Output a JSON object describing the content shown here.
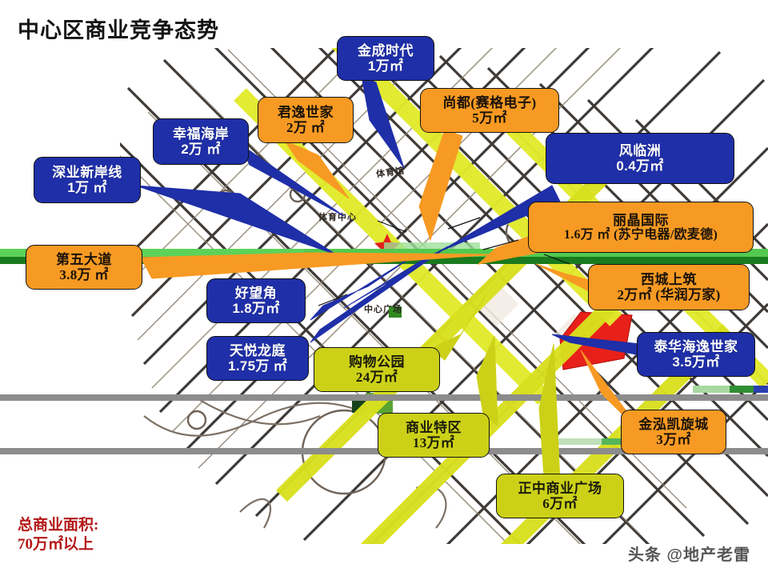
{
  "page": {
    "title": "中心区商业竞争态势",
    "watermark": "头条 @地产老雷"
  },
  "summary": {
    "label": "总商业面积:",
    "value": "70万㎡以上"
  },
  "map": {
    "labels": [
      {
        "name": "体育馆",
        "text": "体育馆"
      },
      {
        "name": "体育中心",
        "text": "体育中心"
      },
      {
        "name": "中心广场",
        "text": "中心广场"
      }
    ],
    "star_marker": "red-star"
  },
  "colors": {
    "blue": "#1f2fa8",
    "orange": "#f79a23",
    "lime": "#ccd118",
    "red_accent": "#e8201a",
    "green_band": "#1a7a1e",
    "green_band_light": "#4ec94e",
    "gray_band": "#8c8c8c",
    "highway_yellow": "#e2ea2b",
    "title_color": "#141414",
    "summary_color": "#b41717"
  },
  "callouts": [
    {
      "key": "shenye",
      "name": "深业新岸线",
      "area": "1万 ㎡",
      "style": "blue"
    },
    {
      "key": "xingfu",
      "name": "幸福海岸",
      "area": "2万 ㎡",
      "style": "blue"
    },
    {
      "key": "junyi",
      "name": "君逸世家",
      "area": "2万 ㎡",
      "style": "orange"
    },
    {
      "key": "jincheng",
      "name": "金成时代",
      "area": "1万㎡",
      "style": "blue"
    },
    {
      "key": "shangdu",
      "name": "尚都(赛格电子)",
      "area": "5万㎡",
      "style": "orange"
    },
    {
      "key": "fenglin",
      "name": "风临洲",
      "area": "0.4万㎡",
      "style": "blue"
    },
    {
      "key": "lijing",
      "name": "丽晶国际",
      "area": "1.6万 ㎡ (苏宁电器/欧麦德)",
      "style": "orange"
    },
    {
      "key": "xicheng",
      "name": "西城上筑",
      "area": "2万㎡ (华润万家)",
      "style": "orange"
    },
    {
      "key": "diwu",
      "name": "第五大道",
      "area": "3.8万 ㎡",
      "style": "orange"
    },
    {
      "key": "haowang",
      "name": "好望角",
      "area": "1.8万㎡",
      "style": "blue"
    },
    {
      "key": "tianyue",
      "name": "天悦龙庭",
      "area": "1.75万 ㎡",
      "style": "blue"
    },
    {
      "key": "gouwu",
      "name": "购物公园",
      "area": "24万㎡",
      "style": "lime"
    },
    {
      "key": "shangye",
      "name": "商业特区",
      "area": "13万㎡",
      "style": "lime"
    },
    {
      "key": "zhengzhong",
      "name": "正中商业广场",
      "area": "6万㎡",
      "style": "lime"
    },
    {
      "key": "taihua",
      "name": "泰华海逸世家",
      "area": "3.5万㎡",
      "style": "blue"
    },
    {
      "key": "jinhong",
      "name": "金泓凯旋城",
      "area": "3万㎡",
      "style": "orange"
    }
  ]
}
